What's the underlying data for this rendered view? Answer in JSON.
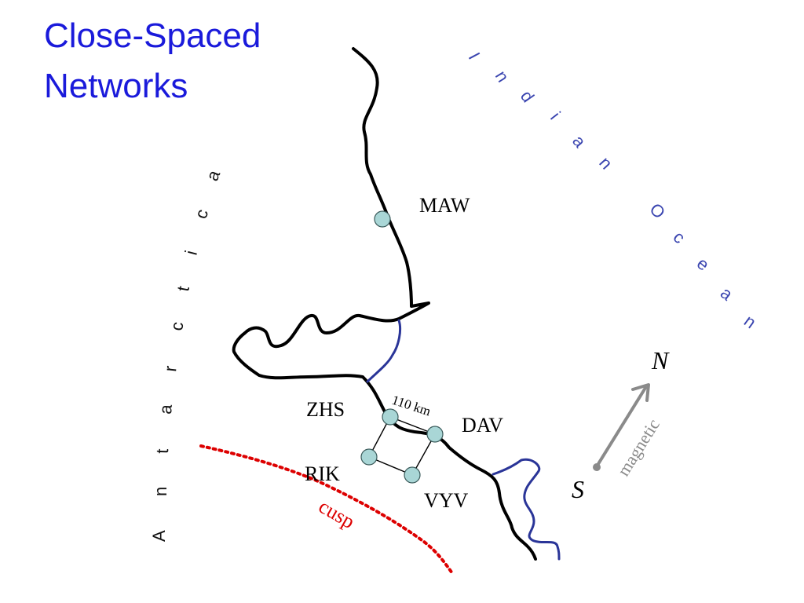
{
  "title": {
    "line1": "Close-Spaced",
    "line2": "Networks"
  },
  "regions": {
    "ocean": {
      "label": "Indian Ocean",
      "letters": [
        "I",
        "n",
        "d",
        "i",
        "a",
        "n",
        "O",
        "c",
        "e",
        "a",
        "n"
      ]
    },
    "continent": {
      "label": "Antarctica",
      "letters": [
        "A",
        "n",
        "t",
        "a",
        "r",
        "c",
        "t",
        "i",
        "c",
        "a"
      ]
    }
  },
  "stations": {
    "maw": "MAW",
    "zhs": "ZHS",
    "dav": "DAV",
    "rik": "RIK",
    "vyv": "VYV"
  },
  "scale_label": "110 km",
  "cusp_label": "cusp",
  "compass": {
    "north": "N",
    "south": "S",
    "axis": "magnetic"
  },
  "colors": {
    "title": "#1a1adb",
    "ocean_text": "#3a45b0",
    "coast": "#000000",
    "ice_boundary": "#2a3598",
    "station_fill": "#a9d6d6",
    "cusp": "#dd0000",
    "arrow": "#8a8a8a"
  }
}
